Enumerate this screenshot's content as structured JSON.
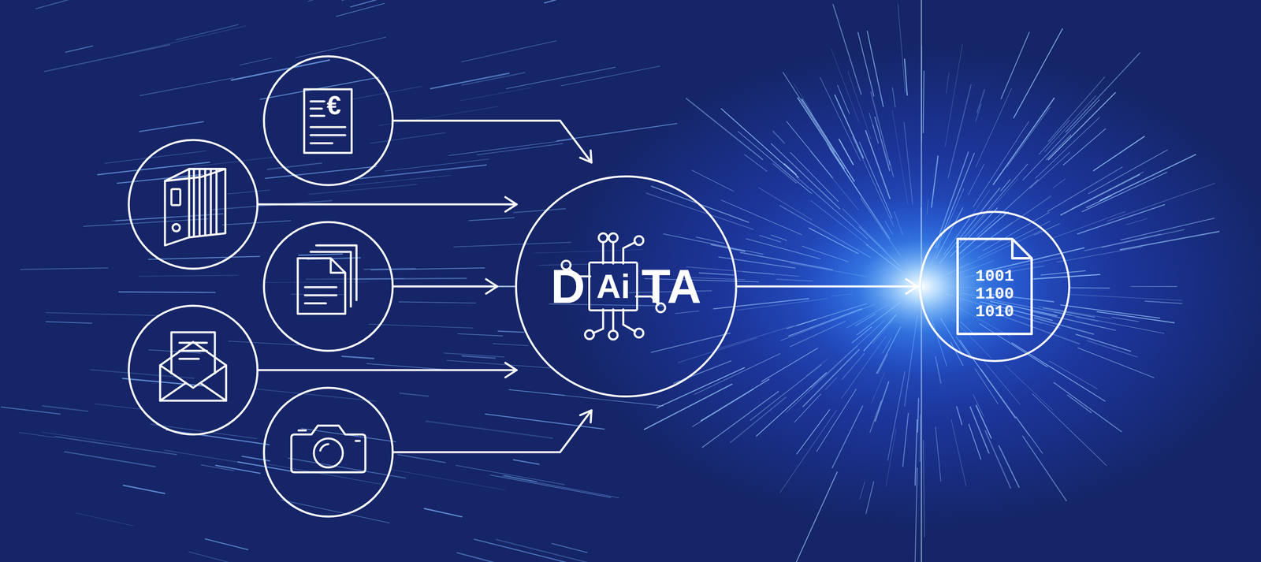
{
  "diagram": {
    "nodes": [
      {
        "text": [
          "D",
          "Ai",
          "TA"
        ]
      },
      {
        "text": [
          "1001 1100 1010"
        ]
      }
    ],
    "edges": [
      {
        "from": 0,
        "to": 1,
        "arrow": "to"
      }
    ],
    "labels": [
      "€"
    ]
  }
}
